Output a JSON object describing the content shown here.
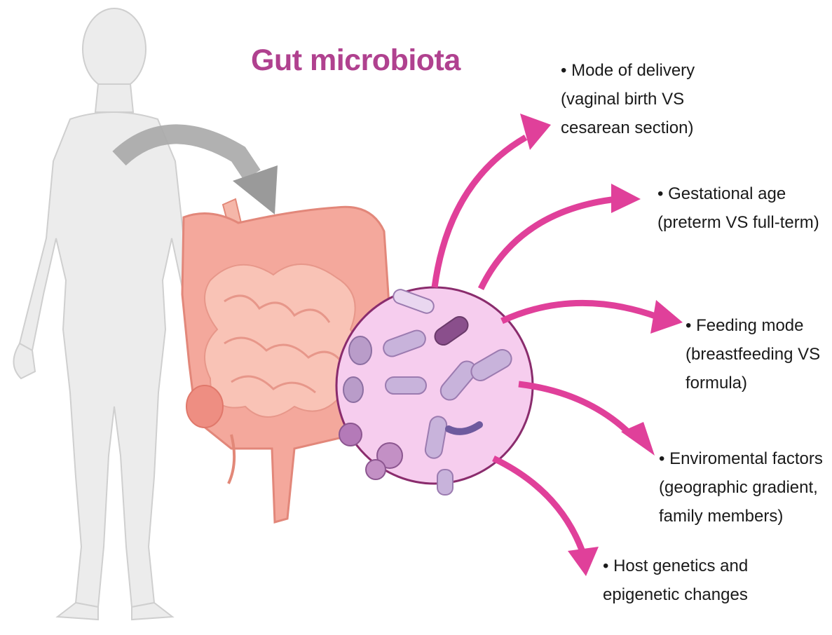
{
  "title": "Gut microbiota",
  "factors": [
    {
      "line1": "• Mode of delivery",
      "line2": "(vaginal birth VS",
      "line3": "cesarean section)"
    },
    {
      "line1": "• Gestational age",
      "line2": "(preterm VS full-term)",
      "line3": ""
    },
    {
      "line1": "• Feeding mode",
      "line2": "(breastfeeding VS",
      "line3": "formula)"
    },
    {
      "line1": "• Enviromental factors",
      "line2": "(geographic gradient,",
      "line3": "family members)"
    },
    {
      "line1": "• Host genetics and",
      "line2": "epigenetic changes",
      "line3": ""
    }
  ],
  "colors": {
    "title": "#b0418f",
    "arrow": "#e0409a",
    "body": "#ececec",
    "intestine": "#f2a79c",
    "circle_fill": "#f6cdee",
    "circle_stroke": "#8a2c6d",
    "bacteria": "#c8b3db"
  }
}
